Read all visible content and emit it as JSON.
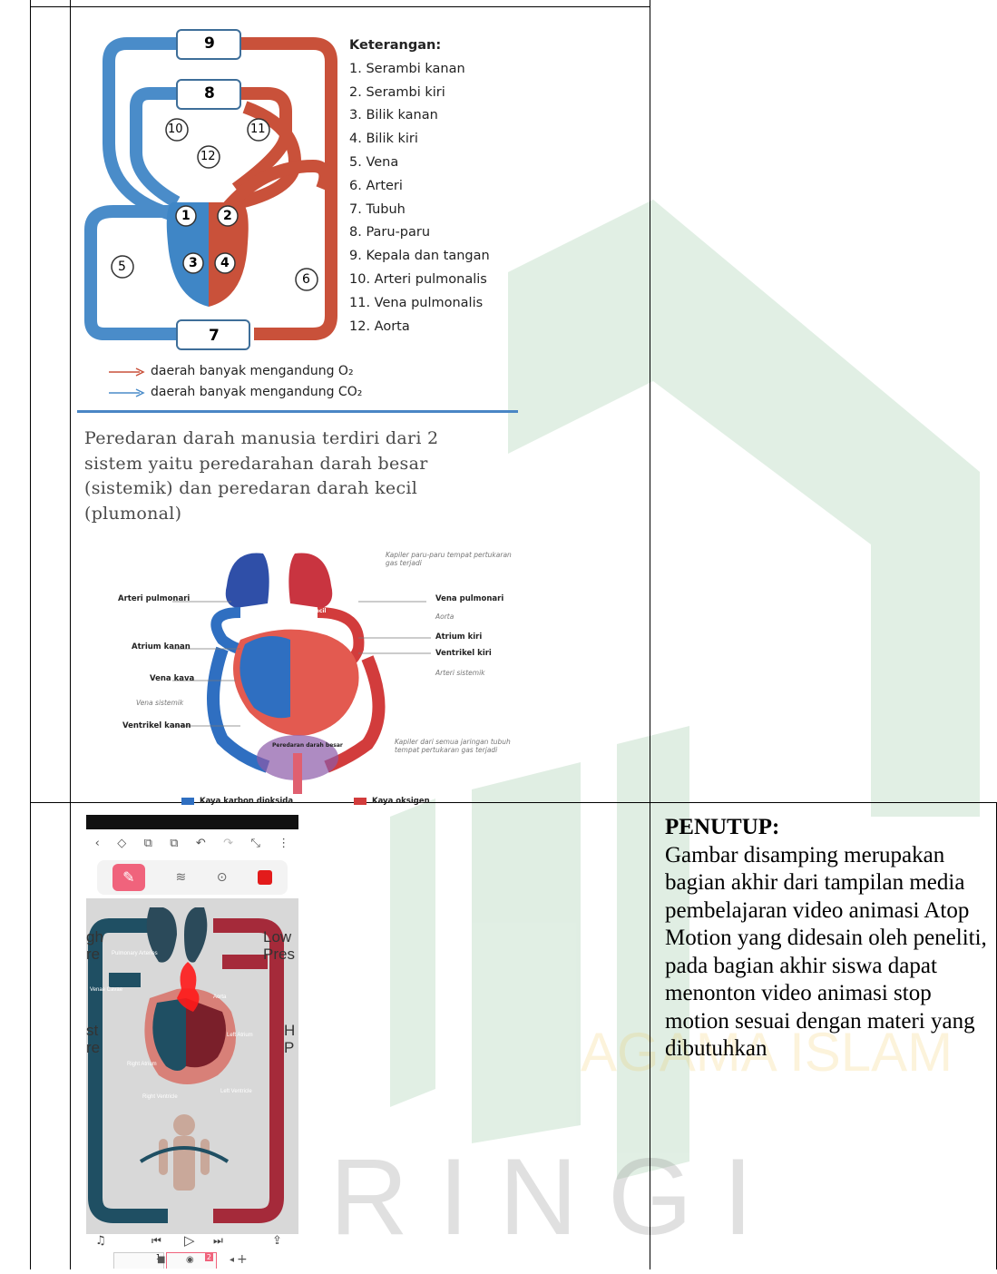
{
  "legend": {
    "heading": "Keterangan:",
    "items": [
      "1. Serambi kanan",
      "2. Serambi kiri",
      "3. Bilik kanan",
      "4. Bilik kiri",
      "5. Vena",
      "6. Arteri",
      "7. Tubuh",
      "8. Paru-paru",
      "9. Kepala dan tangan",
      "10. Arteri pulmonalis",
      "11. Vena pulmonalis",
      "12. Aorta"
    ]
  },
  "diagram_numbers": [
    "9",
    "8",
    "10",
    "11",
    "12",
    "1",
    "2",
    "3",
    "4",
    "5",
    "6",
    "7"
  ],
  "arrow_key": {
    "oxygen": "daerah banyak mengandung O₂",
    "co2": "daerah banyak mengandung CO₂"
  },
  "paragraph": [
    "Peredaran darah manusia terdiri dari 2",
    "sistem yaitu peredarahan darah besar",
    "(sistemik) dan peredaran darah kecil",
    "(plumonal)"
  ],
  "heart_labels": {
    "arteri_pulmonari": "Arteri pulmonari",
    "atrium_kanan": "Atrium kanan",
    "vena_kava": "Vena kava",
    "vena_sistemik": "Vena sistemik",
    "ventrikel_kanan": "Ventrikel kanan",
    "vena_pulmonari": "Vena pulmonari",
    "aorta": "Aorta",
    "atrium_kiri": "Atrium kiri",
    "ventrikel_kiri": "Ventrikel kiri",
    "arteri_sistemik": "Arteri sistemik",
    "kapiler_paru": "Kapiler paru-paru tempat pertukaran gas terjadi",
    "kapiler_tubuh": "Kapiler dari semua jaringan tubuh tempat pertukaran gas terjadi",
    "peredaran_kecil": "Peredaran darah kecil",
    "peredaran_besar": "Peredaran darah besar",
    "legend_co2": "Kaya karbon dioksida",
    "legend_o2": "Kaya oksigen"
  },
  "phone": {
    "toolbar_icons": [
      "back-icon",
      "eraser-icon",
      "copy-icon",
      "paste-icon",
      "undo-icon",
      "redo-icon",
      "resize-icon",
      "more-icon"
    ],
    "labels": {
      "pulmonary_arteries": "Pulmonary Arteries",
      "venae_cavae": "Venae Cavae",
      "aorta": "Aorta",
      "left_atrium": "Left Atrium",
      "right_atrium": "Right Atrium",
      "right_ventricle": "Right Ventricle",
      "left_ventricle": "Left Ventricle",
      "gh": "gh",
      "re_top": "re",
      "st": "st",
      "re_bottom": "re",
      "low": "Low",
      "pres": "Pres",
      "h": "H",
      "p": "P"
    },
    "frames": [
      "1",
      "2"
    ],
    "add_frame": "+",
    "colors": {
      "brush": "#f0637c",
      "selected": "#e31b1b"
    }
  },
  "closing": {
    "title": "PENUTUP:",
    "body": "Gambar disamping merupakan bagian akhir dari tampilan media pembelajaran video animasi Atop Motion yang didesain oleh peneliti, pada bagian akhir siswa dapat menonton video animasi stop motion sesuai dengan materi yang dibutuhkan"
  },
  "colors": {
    "artery": "#c9513a",
    "vein": "#4a8cc9",
    "rule": "#4a86c5"
  }
}
